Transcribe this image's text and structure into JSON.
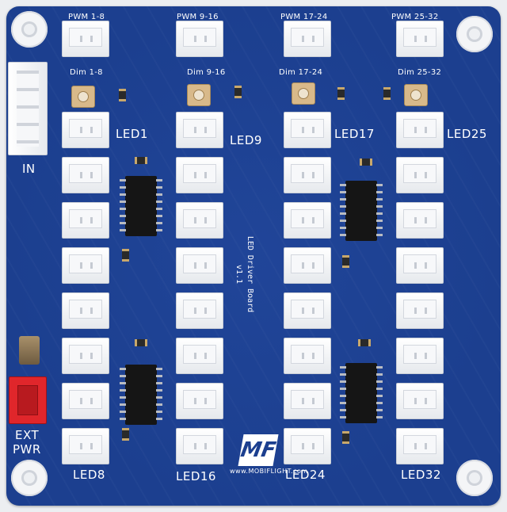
{
  "board": {
    "title_line1": "LED Driver Board",
    "title_line2": "v1.1",
    "logo_mark": "MF",
    "logo_text": "www.MOBIFLIGHT.com"
  },
  "inputs": {
    "in_label": "IN",
    "ext_label_1": "EXT",
    "ext_label_2": "PWR"
  },
  "columns": [
    {
      "pwm": "PWM 1-8",
      "dim": "Dim 1-8",
      "led_top": "LED1",
      "led_bottom": "LED8"
    },
    {
      "pwm": "PWM 9-16",
      "dim": "Dim 9-16",
      "led_top": "LED9",
      "led_bottom": "LED16"
    },
    {
      "pwm": "PWM 17-24",
      "dim": "Dim 17-24",
      "led_top": "LED17",
      "led_bottom": "LED24"
    },
    {
      "pwm": "PWM 25-32",
      "dim": "Dim 25-32",
      "led_top": "LED25",
      "led_bottom": "LED32"
    }
  ],
  "colors": {
    "pcb": "#1c3f8f",
    "connector": "#ffffff",
    "power_connector": "#e0262b",
    "silkscreen": "#ffffff"
  }
}
